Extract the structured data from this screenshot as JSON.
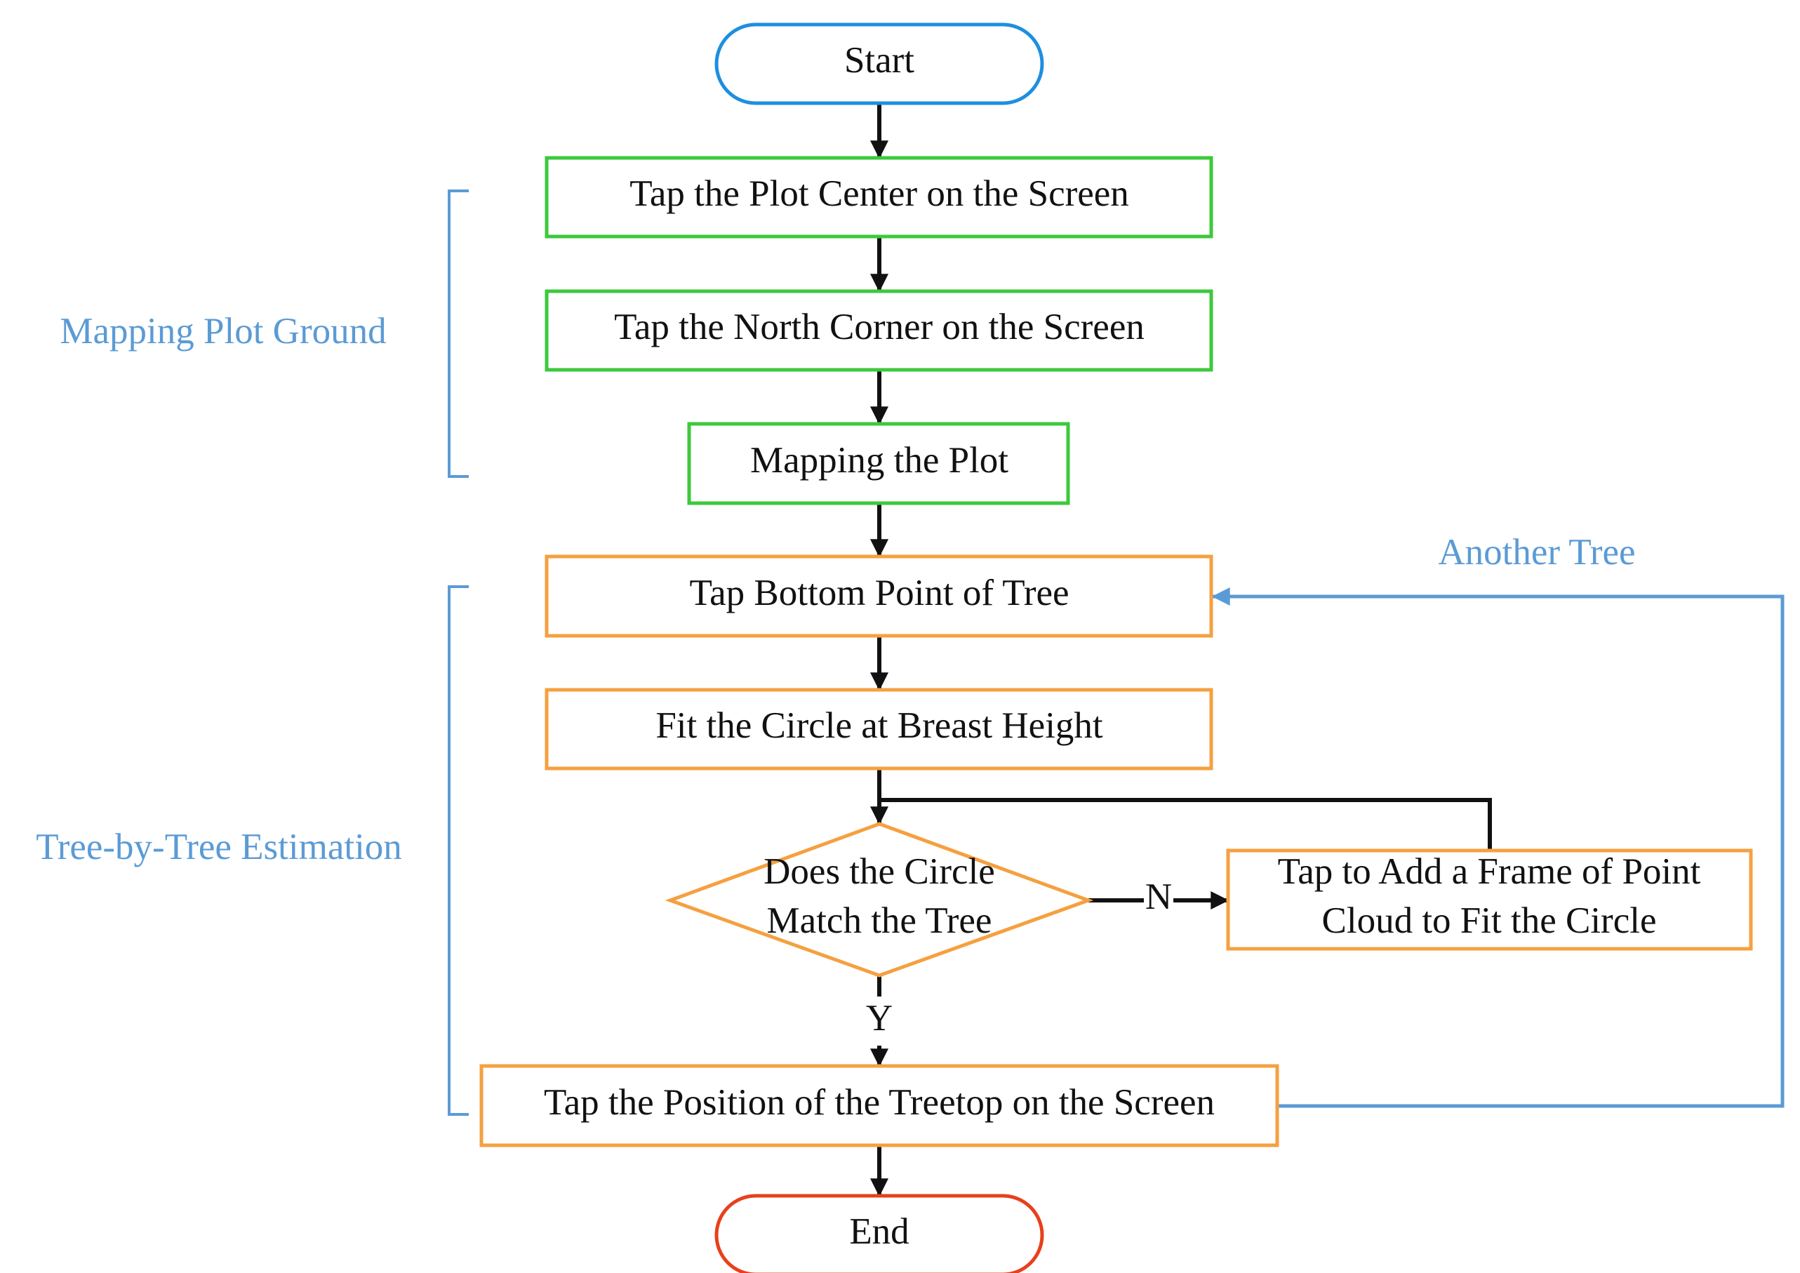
{
  "colors": {
    "terminal_start": "#1e8fe0",
    "terminal_end": "#e8401c",
    "group_mapping": "#3cc93c",
    "group_tree": "#f5a040",
    "annotation": "#5b9bd5",
    "arrow": "#111111"
  },
  "nodes": {
    "start": "Start",
    "tap_plot_center": "Tap the Plot Center on the Screen",
    "tap_north_corner": "Tap the North Corner on the Screen",
    "mapping_plot": "Mapping the Plot",
    "tap_bottom_point": "Tap Bottom Point of Tree",
    "fit_circle": "Fit the Circle at Breast Height",
    "decision_line1": "Does the Circle",
    "decision_line2": "Match the Tree",
    "add_frame_line1": "Tap to Add a Frame of Point",
    "add_frame_line2": "Cloud to Fit the Circle",
    "tap_treetop": "Tap the Position of the Treetop on the Screen",
    "end": "End"
  },
  "edge_labels": {
    "no": "N",
    "yes": "Y",
    "another_tree": "Another Tree"
  },
  "groups": {
    "mapping": "Mapping Plot Ground",
    "tree": "Tree-by-Tree Estimation"
  }
}
